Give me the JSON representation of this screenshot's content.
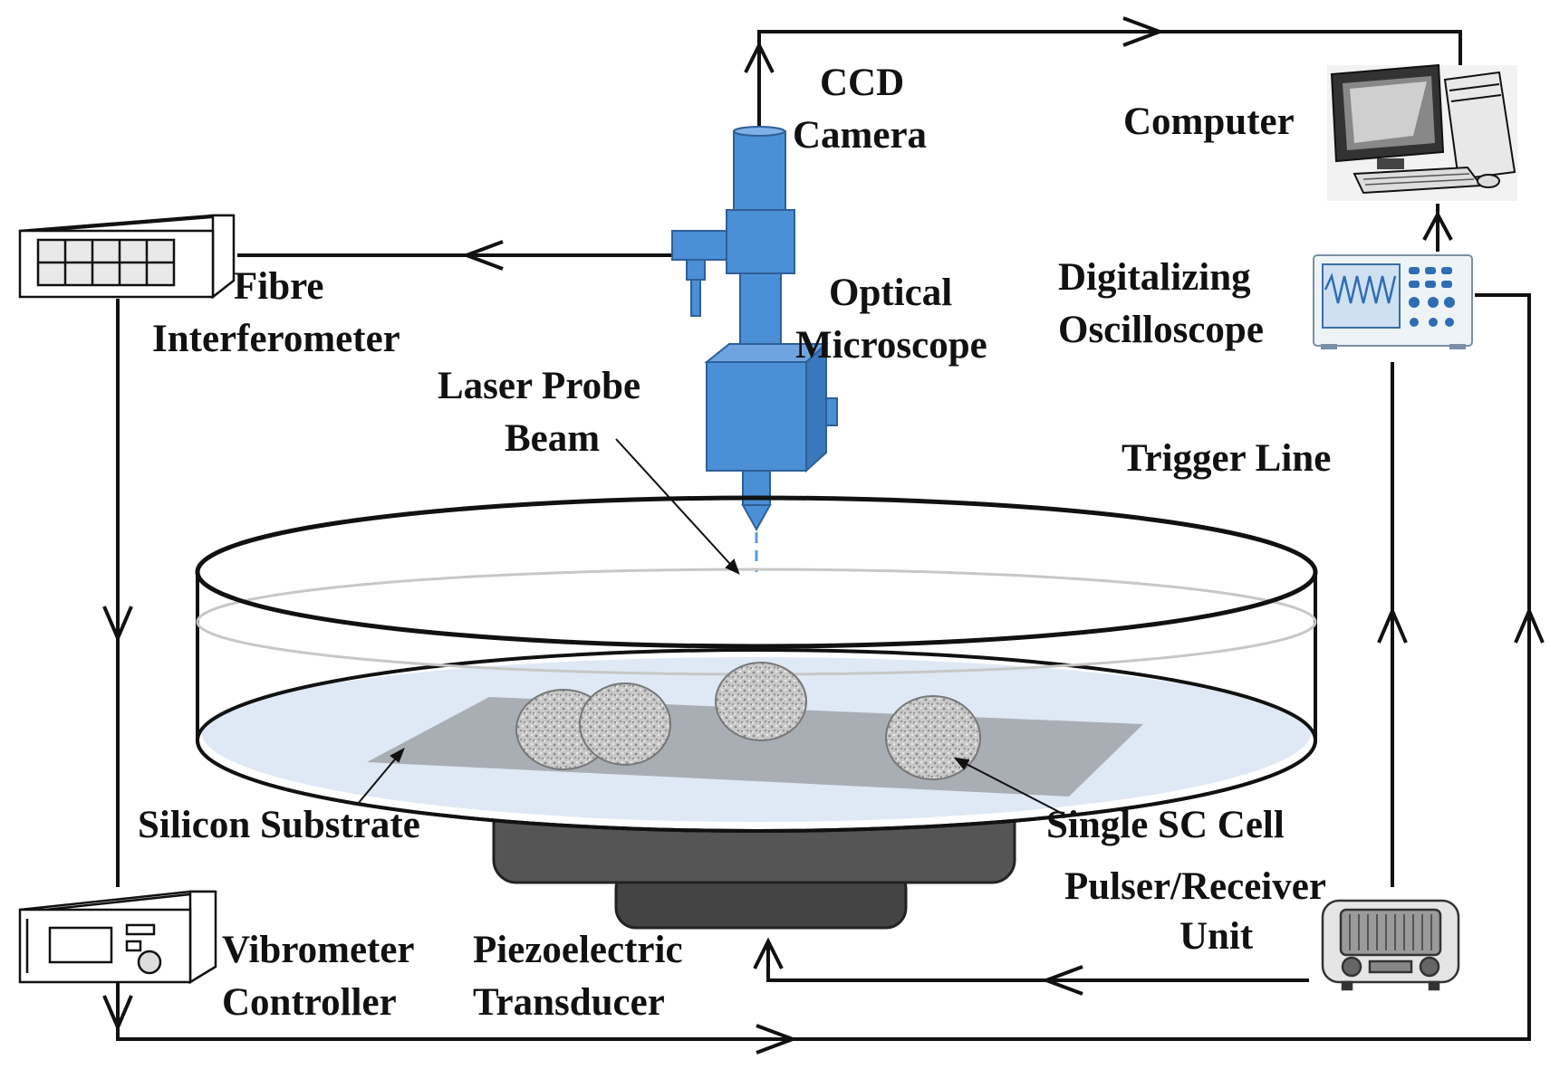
{
  "labels": {
    "ccd_camera": [
      "CCD",
      "Camera"
    ],
    "computer": "Computer",
    "fibre_interferometer": [
      "Fibre",
      "Interferometer"
    ],
    "optical_microscope": [
      "Optical",
      "Microscope"
    ],
    "digitalizing_oscilloscope": [
      "Digitalizing",
      "Oscilloscope"
    ],
    "laser_probe_beam": [
      "Laser Probe",
      "Beam"
    ],
    "trigger_line": "Trigger Line",
    "silicon_substrate": "Silicon Substrate",
    "single_sc_cell": "Single SC Cell",
    "pulser_receiver_unit": [
      "Pulser/Receiver",
      "Unit"
    ],
    "vibrometer_controller": [
      "Vibrometer",
      "Controller"
    ],
    "piezoelectric_transducer": [
      "Piezoelectric",
      "Transducer"
    ]
  },
  "colors": {
    "microscope_blue": "#4b8fd6",
    "microscope_outline": "#2f5f97",
    "line": "#111111",
    "dish_liquid": "#dfe9f5",
    "substrate": "#a9aeb5",
    "cell_gray": "#b8b8b8",
    "transducer": "#444444"
  },
  "icons": [
    "computer-icon",
    "oscilloscope-icon",
    "interferometer-icon",
    "vibrometer-icon",
    "pulser-receiver-icon",
    "microscope-icon"
  ]
}
